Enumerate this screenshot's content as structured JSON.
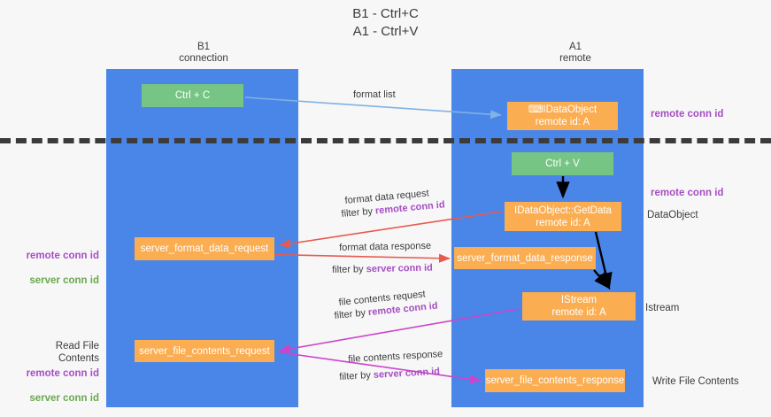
{
  "title": "B1 - Ctrl+C\nA1 - Ctrl+V",
  "columns": {
    "left": "B1\nconnection",
    "right": "A1\nremote"
  },
  "nodes": {
    "ctrl_c": "Ctrl + C",
    "idataobject": "⌨IDataObject\nremote id: A",
    "ctrl_v": "Ctrl + V",
    "getdata": "IDataObject::GetData\nremote id: A",
    "server_format_data_request": "server_format_data_request",
    "server_format_data_response": "server_format_data_response",
    "istream": "IStream\nremote id: A",
    "server_file_contents_request": "server_file_contents_request",
    "server_file_contents_response": "server_file_contents_response"
  },
  "edge_labels": {
    "format_list": "format list",
    "format_data_request": "format data request",
    "filter_by": "filter by ",
    "remote_conn_id": "remote conn id",
    "format_data_response": "format data response",
    "server_conn_id": "server conn id",
    "file_contents_request": "file contents request",
    "file_contents_response": "file contents response"
  },
  "annotations": {
    "right_remote_conn_id_top": "remote conn id",
    "right_remote_conn_id_mid": "remote conn id",
    "right_dataobject": "DataObject",
    "right_istream": "Istream",
    "right_write_file_contents": "Write File Contents",
    "left_remote_conn_id": "remote conn id",
    "left_server_conn_id": "server conn id",
    "left_read_file_contents": "Read File Contents",
    "left_remote_conn_id_2": "remote conn id",
    "left_server_conn_id_2": "server conn id"
  },
  "colors": {
    "lane": "#4a86e8",
    "green_node": "#76c584",
    "orange_node": "#fbad52",
    "purple_text": "#a64ec4",
    "green_text": "#6aa84f",
    "blue_arrow": "#7fb2e5",
    "red_arrow": "#e8594f",
    "magenta_arrow": "#cc44cc",
    "black_arrow": "#000000",
    "background": "#f7f7f7",
    "divider": "#3b3b3b"
  }
}
